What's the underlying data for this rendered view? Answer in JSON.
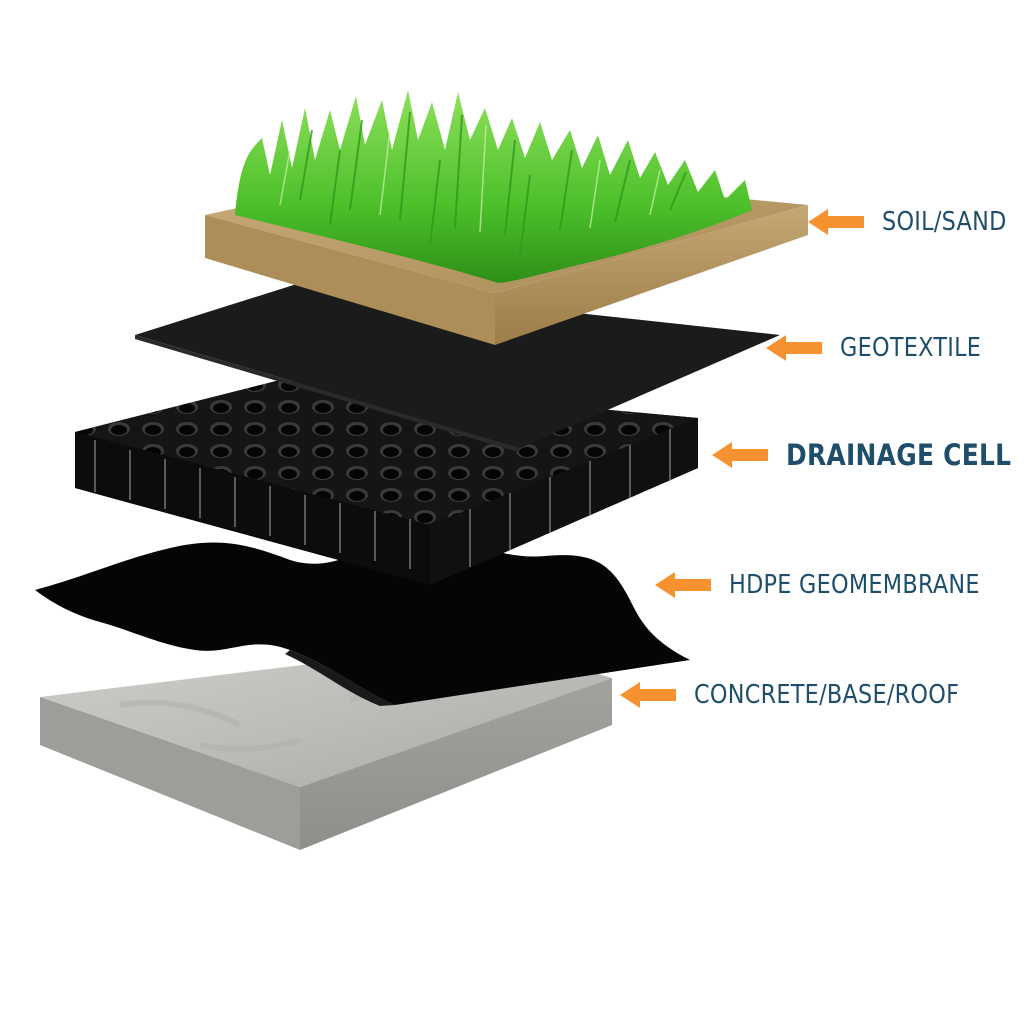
{
  "colors": {
    "label_text": "#1f4e6b",
    "arrow": "#f5922f",
    "grass": "#4cc02a",
    "soil": "#b99a66",
    "geotextile": "#1b1b1b",
    "drainage_cell": "#111111",
    "geomembrane": "#050505",
    "concrete": "#bdbcb8"
  },
  "layers": [
    {
      "label": "SOIL/SAND",
      "emphasis": false
    },
    {
      "label": "GEOTEXTILE",
      "emphasis": false
    },
    {
      "label": "DRAINAGE CELL",
      "emphasis": true
    },
    {
      "label": "HDPE GEOMEMBRANE",
      "emphasis": false
    },
    {
      "label": "CONCRETE/BASE/ROOF",
      "emphasis": false
    }
  ]
}
